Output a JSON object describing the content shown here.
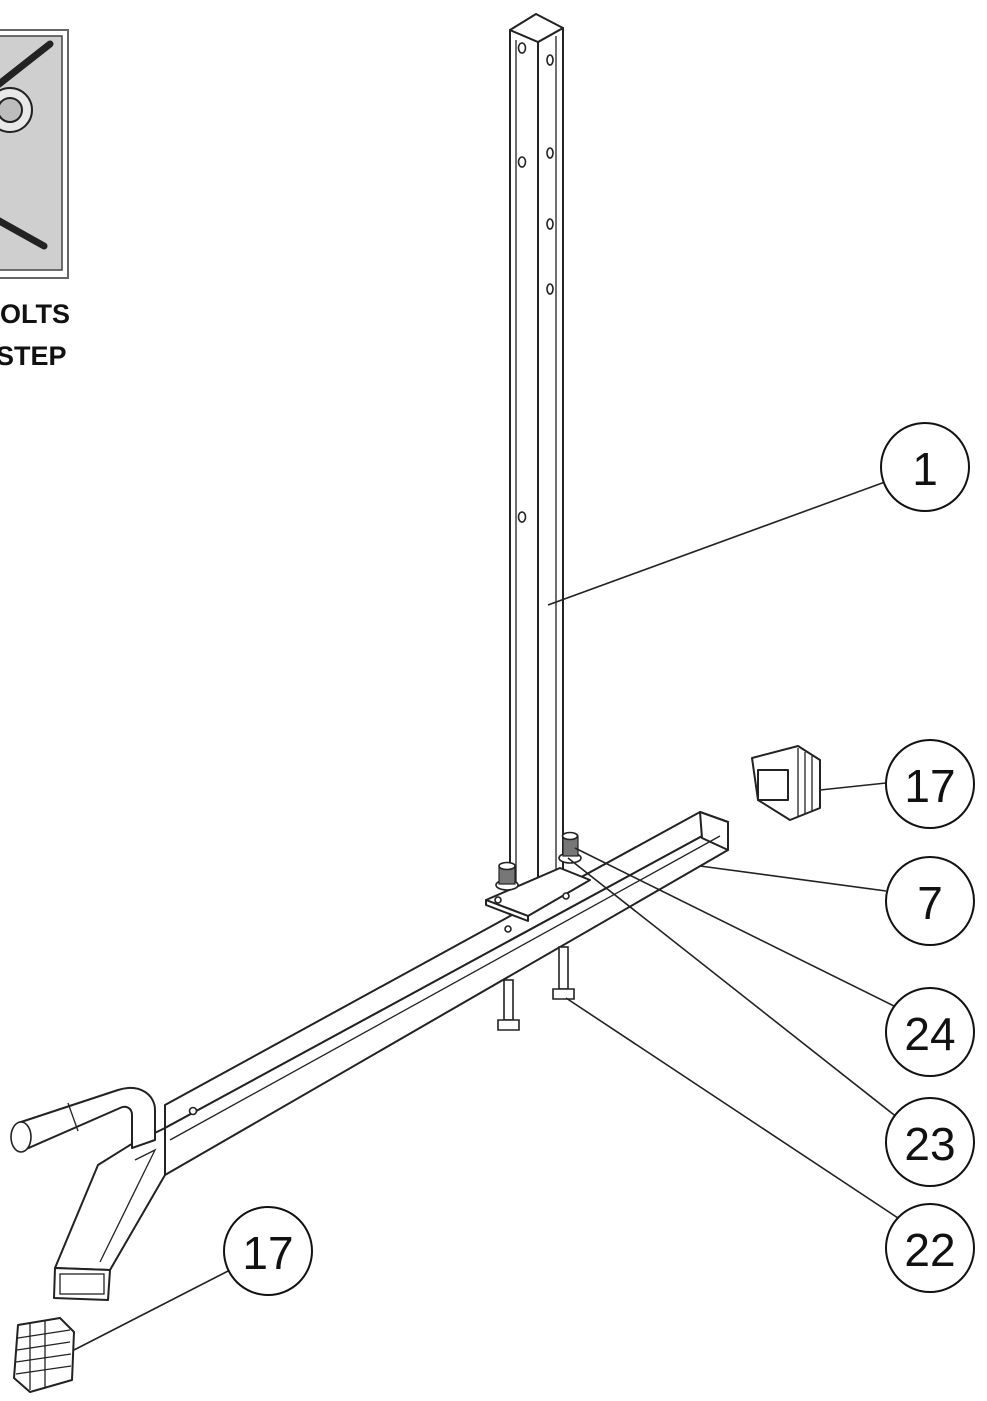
{
  "note": {
    "line1": "OLTS",
    "line2": "STEP"
  },
  "callouts": {
    "c1": "1",
    "c17_top": "17",
    "c7": "7",
    "c24": "24",
    "c23": "23",
    "c22": "22",
    "c17_bottom": "17"
  },
  "colors": {
    "line": "#222222",
    "panel": "#cfcfcf"
  }
}
